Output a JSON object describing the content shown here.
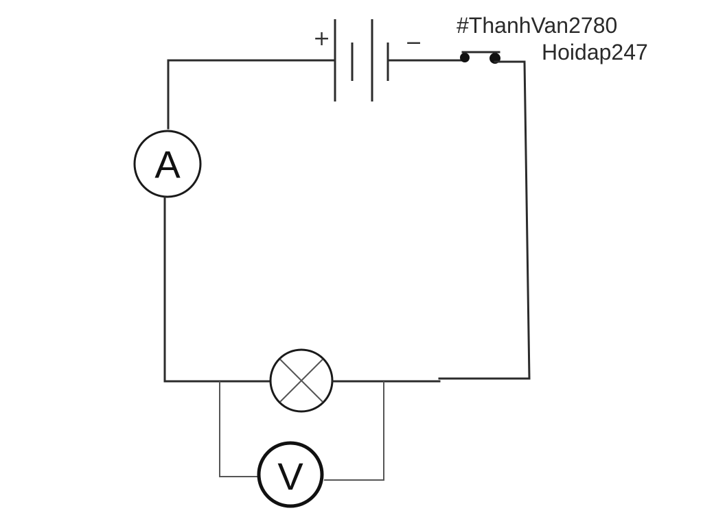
{
  "diagram": {
    "battery": {
      "positive_label": "+",
      "negative_label": "−"
    },
    "ammeter": {
      "symbol": "A"
    },
    "voltmeter": {
      "symbol": "V"
    },
    "credits": {
      "author": "#ThanhVan2780",
      "site": "Hoidap247"
    }
  }
}
